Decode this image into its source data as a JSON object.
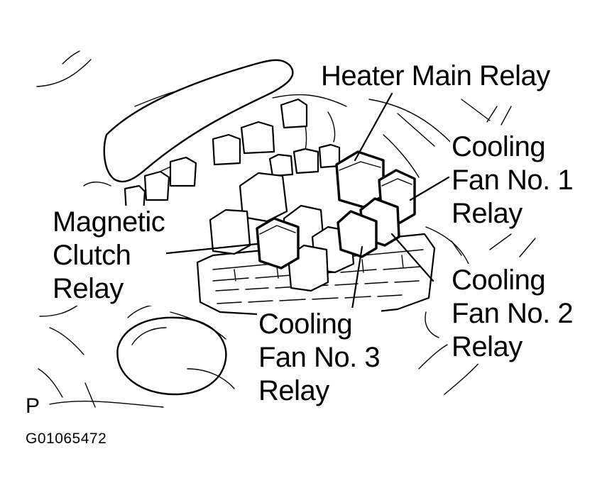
{
  "labels": {
    "heater_main_relay": "Heater Main Relay",
    "cooling_fan_1": [
      "Cooling",
      "Fan No. 1",
      "Relay"
    ],
    "magnetic_clutch": [
      "Magnetic",
      "Clutch",
      "Relay"
    ],
    "cooling_fan_2": [
      "Cooling",
      "Fan No. 2",
      "Relay"
    ],
    "cooling_fan_3": [
      "Cooling",
      "Fan No. 3",
      "Relay"
    ]
  },
  "view_marker": "P",
  "figure_id": "G01065472"
}
